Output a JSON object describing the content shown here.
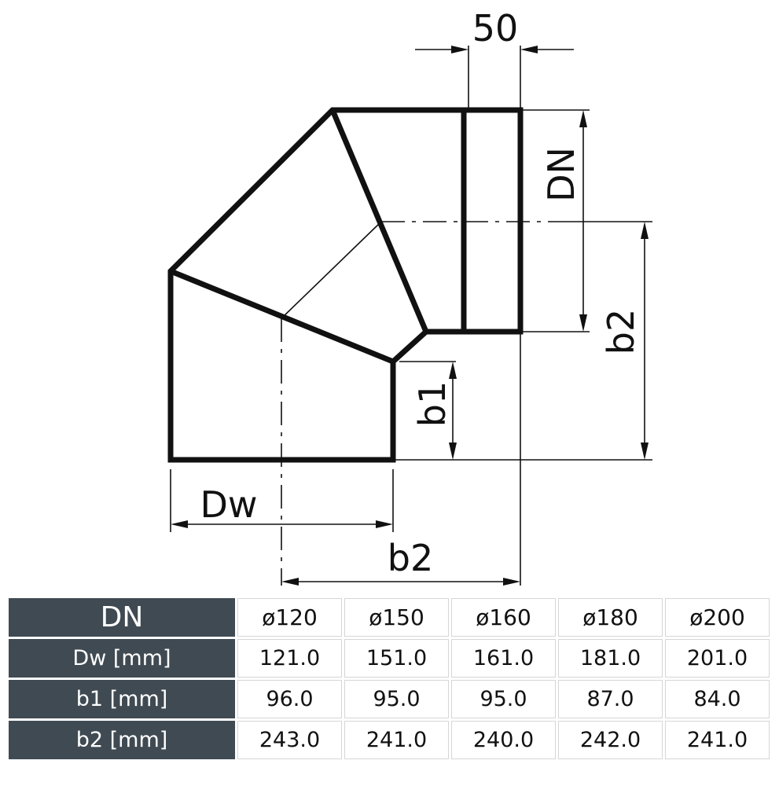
{
  "drawing": {
    "dim_top": "50",
    "dim_dn": "DN",
    "dim_b2_vertical": "b2",
    "dim_b1": "b1",
    "dim_dw": "Dw",
    "dim_b2_horizontal": "b2"
  },
  "table": {
    "header": {
      "label": "DN",
      "values": [
        "ø120",
        "ø150",
        "ø160",
        "ø180",
        "ø200"
      ]
    },
    "rows": [
      {
        "label": "Dw [mm]",
        "values": [
          "121.0",
          "151.0",
          "161.0",
          "181.0",
          "201.0"
        ]
      },
      {
        "label": "b1 [mm]",
        "values": [
          "96.0",
          "95.0",
          "95.0",
          "87.0",
          "84.0"
        ]
      },
      {
        "label": "b2 [mm]",
        "values": [
          "243.0",
          "241.0",
          "240.0",
          "242.0",
          "241.0"
        ]
      }
    ]
  },
  "colors": {
    "header_bg": "#404a52",
    "line": "#111111"
  }
}
